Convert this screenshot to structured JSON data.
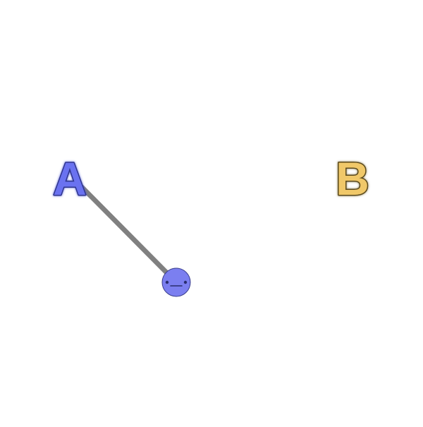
{
  "scene": {
    "labels": [
      {
        "id": "a",
        "text": "A",
        "fill": "#6b72f0",
        "stroke": "#2f348c",
        "glow": "#4a52d8"
      },
      {
        "id": "b",
        "text": "B",
        "fill": "#f0c869",
        "stroke": "#5a4a1e",
        "glow": "#8a7a4a"
      }
    ],
    "connector": {
      "color": "#808080"
    },
    "token": {
      "fill": "#7b7ff0",
      "stroke": "#3a3e8c",
      "face": "neutral-face",
      "feature_color": "#2a2d6e"
    }
  }
}
